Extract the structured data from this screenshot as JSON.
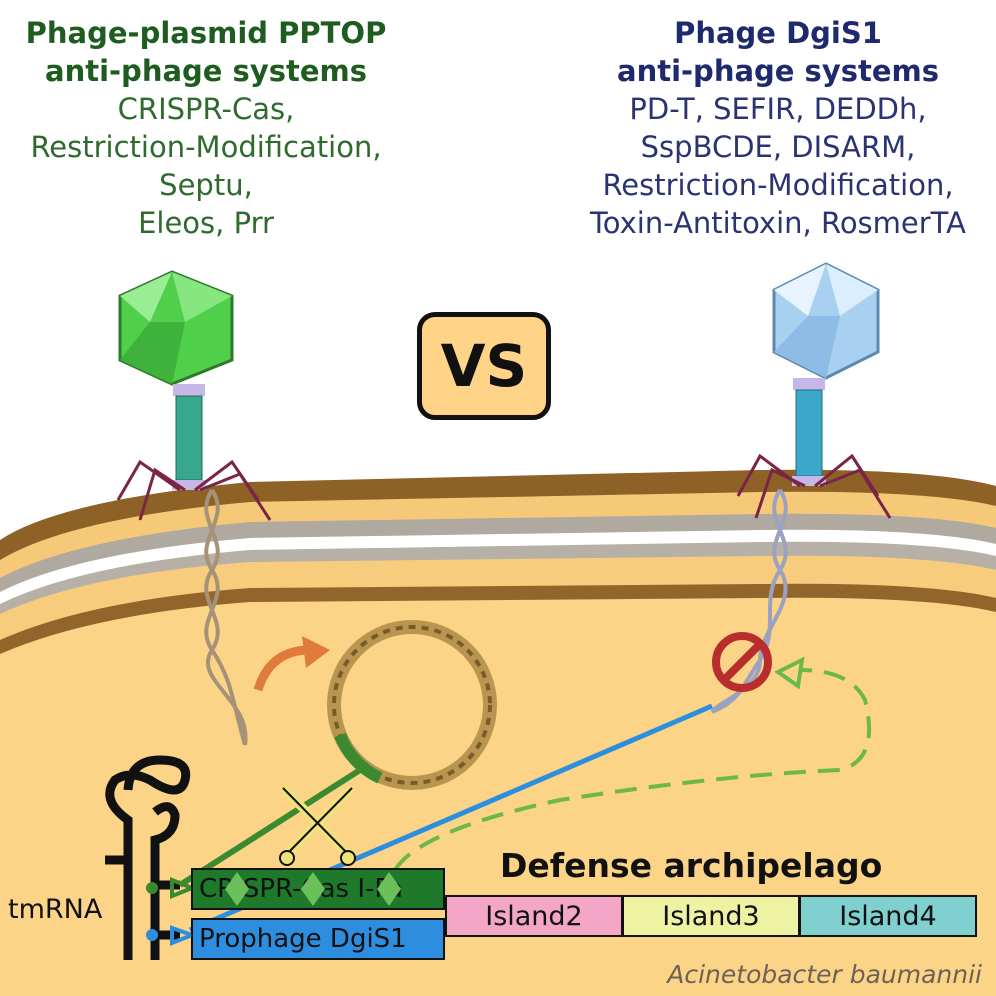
{
  "left": {
    "title_line1": "Phage-plasmid PPTOP",
    "title_line2": "anti-phage systems",
    "systems": [
      "CRISPR-Cas,",
      "Restriction-Modification,",
      "Septu,",
      "Eleos, Prr"
    ]
  },
  "right": {
    "title_line1": "Phage DgiS1",
    "title_line2": "anti-phage systems",
    "systems": [
      "PD-T, SEFIR, DEDDh,",
      "SspBCDE, DISARM,",
      "Restriction-Modification,",
      "Toxin-Antitoxin, RosmerTA"
    ]
  },
  "vs_label": "VS",
  "archipelago": {
    "title": "Defense archipelago",
    "islands": [
      "Island2",
      "Island3",
      "Island4"
    ],
    "crispr_label": "CRISPR-Cas I-Fa",
    "prophage_label": "Prophage DgiS1"
  },
  "tmrna_label": "tmRNA",
  "species_label": "Acinetobacter baumannii",
  "colors": {
    "left_title": "#1f5c1f",
    "right_title": "#1f2a6e",
    "vs_fill": "#ffd488",
    "cell_wall": "#9a6a2c",
    "cytoplasm": "#fbd487",
    "island2": "#f4a6c6",
    "island3": "#eef3a4",
    "island4": "#7fd0cf",
    "crispr_fill": "#1e7a2a",
    "prophage_fill": "#2d8ee0",
    "block_line": "#ba2d2d"
  }
}
